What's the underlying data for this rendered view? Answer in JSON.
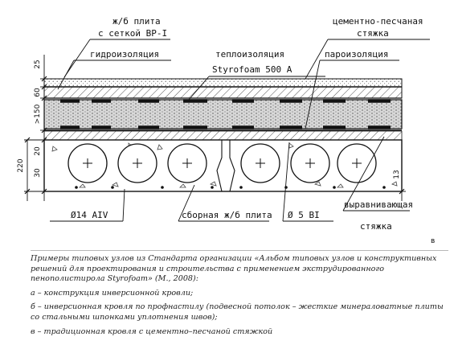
{
  "labels": {
    "slab_with_mesh_line1": "ж/б плита",
    "slab_with_mesh_line2": "с сеткой ВР-I",
    "waterproofing": "гидроизоляция",
    "insulation_line1": "теплоизоляция",
    "insulation_line2": "Styrofoam 500 A",
    "screed_line1": "цементно-песчаная",
    "screed_line2": "стяжка",
    "vapor_barrier": "пароизоляция",
    "rebar_14": "Ø14 AIV",
    "precast_slab": "сборная ж/б плита",
    "rebar_5": "Ø 5 BI",
    "leveling_line1": "выравнивающая",
    "leveling_line2": "стяжка",
    "panel_letter": "в"
  },
  "dimensions": {
    "d25": "25",
    "d60": "60",
    "d150": ">150",
    "d20": "20",
    "d30": "30",
    "d220": "220",
    "d13": "13"
  },
  "caption": {
    "intro": "Примеры типовых узлов из Стандарта организации «Альбом типовых узлов и конструктивных решений для проектирования и строительства с применением экструдированного пенополистирола Styrofoam» (М., 2008):",
    "item_a": "а – конструкция инверсионной кровли;",
    "item_b": "б – инверсионная кровля по профнастилу (подвесной потолок – жесткие минераловатные плиты со стальными шпонками уплотнения швов);",
    "item_c": "в – традиционная кровля с цементно–песчаной стяжкой"
  }
}
